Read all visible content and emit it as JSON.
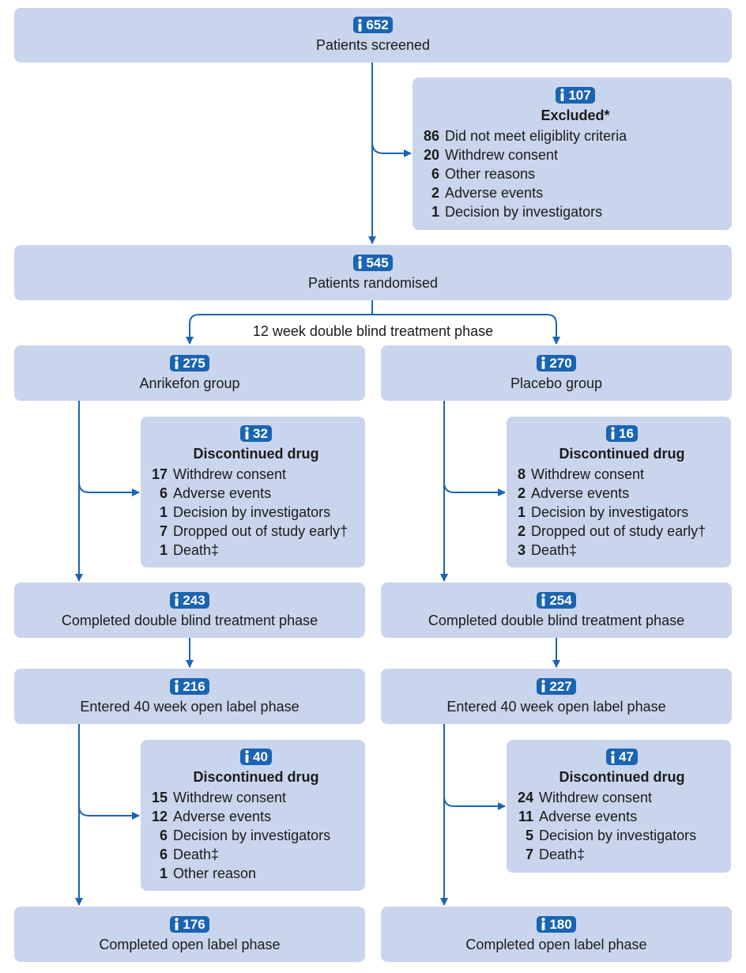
{
  "screened": {
    "count": "652",
    "label": "Patients screened"
  },
  "excluded": {
    "count": "107",
    "title": "Excluded*",
    "items": [
      {
        "n": "86",
        "text": "Did not meet eligiblity criteria"
      },
      {
        "n": "20",
        "text": "Withdrew consent"
      },
      {
        "n": "6",
        "text": "Other reasons"
      },
      {
        "n": "2",
        "text": "Adverse events"
      },
      {
        "n": "1",
        "text": "Decision by investigators"
      }
    ]
  },
  "randomised": {
    "count": "545",
    "label": "Patients randomised"
  },
  "phase_label": "12 week double blind treatment phase",
  "anrikefon": {
    "group": {
      "count": "275",
      "label": "Anrikefon group"
    },
    "discontinued_db": {
      "count": "32",
      "title": "Discontinued drug",
      "items": [
        {
          "n": "17",
          "text": "Withdrew consent"
        },
        {
          "n": "6",
          "text": "Adverse events"
        },
        {
          "n": "1",
          "text": "Decision by investigators"
        },
        {
          "n": "7",
          "text": "Dropped out of study early†"
        },
        {
          "n": "1",
          "text": "Death‡"
        }
      ]
    },
    "completed_db": {
      "count": "243",
      "label": "Completed double blind treatment phase"
    },
    "entered_ol": {
      "count": "216",
      "label": "Entered 40 week open label phase"
    },
    "discontinued_ol": {
      "count": "40",
      "title": "Discontinued drug",
      "items": [
        {
          "n": "15",
          "text": "Withdrew consent"
        },
        {
          "n": "12",
          "text": "Adverse events"
        },
        {
          "n": "6",
          "text": "Decision by investigators"
        },
        {
          "n": "6",
          "text": "Death‡"
        },
        {
          "n": "1",
          "text": "Other reason"
        }
      ]
    },
    "completed_ol": {
      "count": "176",
      "label": "Completed open label phase"
    }
  },
  "placebo": {
    "group": {
      "count": "270",
      "label": "Placebo group"
    },
    "discontinued_db": {
      "count": "16",
      "title": "Discontinued drug",
      "items": [
        {
          "n": "8",
          "text": "Withdrew consent"
        },
        {
          "n": "2",
          "text": "Adverse events"
        },
        {
          "n": "1",
          "text": "Decision by investigators"
        },
        {
          "n": "2",
          "text": "Dropped out of study early†"
        },
        {
          "n": "3",
          "text": "Death‡"
        }
      ]
    },
    "completed_db": {
      "count": "254",
      "label": "Completed double blind treatment phase"
    },
    "entered_ol": {
      "count": "227",
      "label": "Entered 40 week open label phase"
    },
    "discontinued_ol": {
      "count": "47",
      "title": "Discontinued drug",
      "items": [
        {
          "n": "24",
          "text": "Withdrew consent"
        },
        {
          "n": "11",
          "text": "Adverse events"
        },
        {
          "n": "5",
          "text": "Decision by investigators"
        },
        {
          "n": "7",
          "text": "Death‡"
        }
      ]
    },
    "completed_ol": {
      "count": "180",
      "label": "Completed open label phase"
    }
  },
  "icons": {
    "badge": "person-icon"
  },
  "colors": {
    "box": "#c9d5ec",
    "badge": "#1a64b4",
    "arrow": "#1a64b4"
  }
}
